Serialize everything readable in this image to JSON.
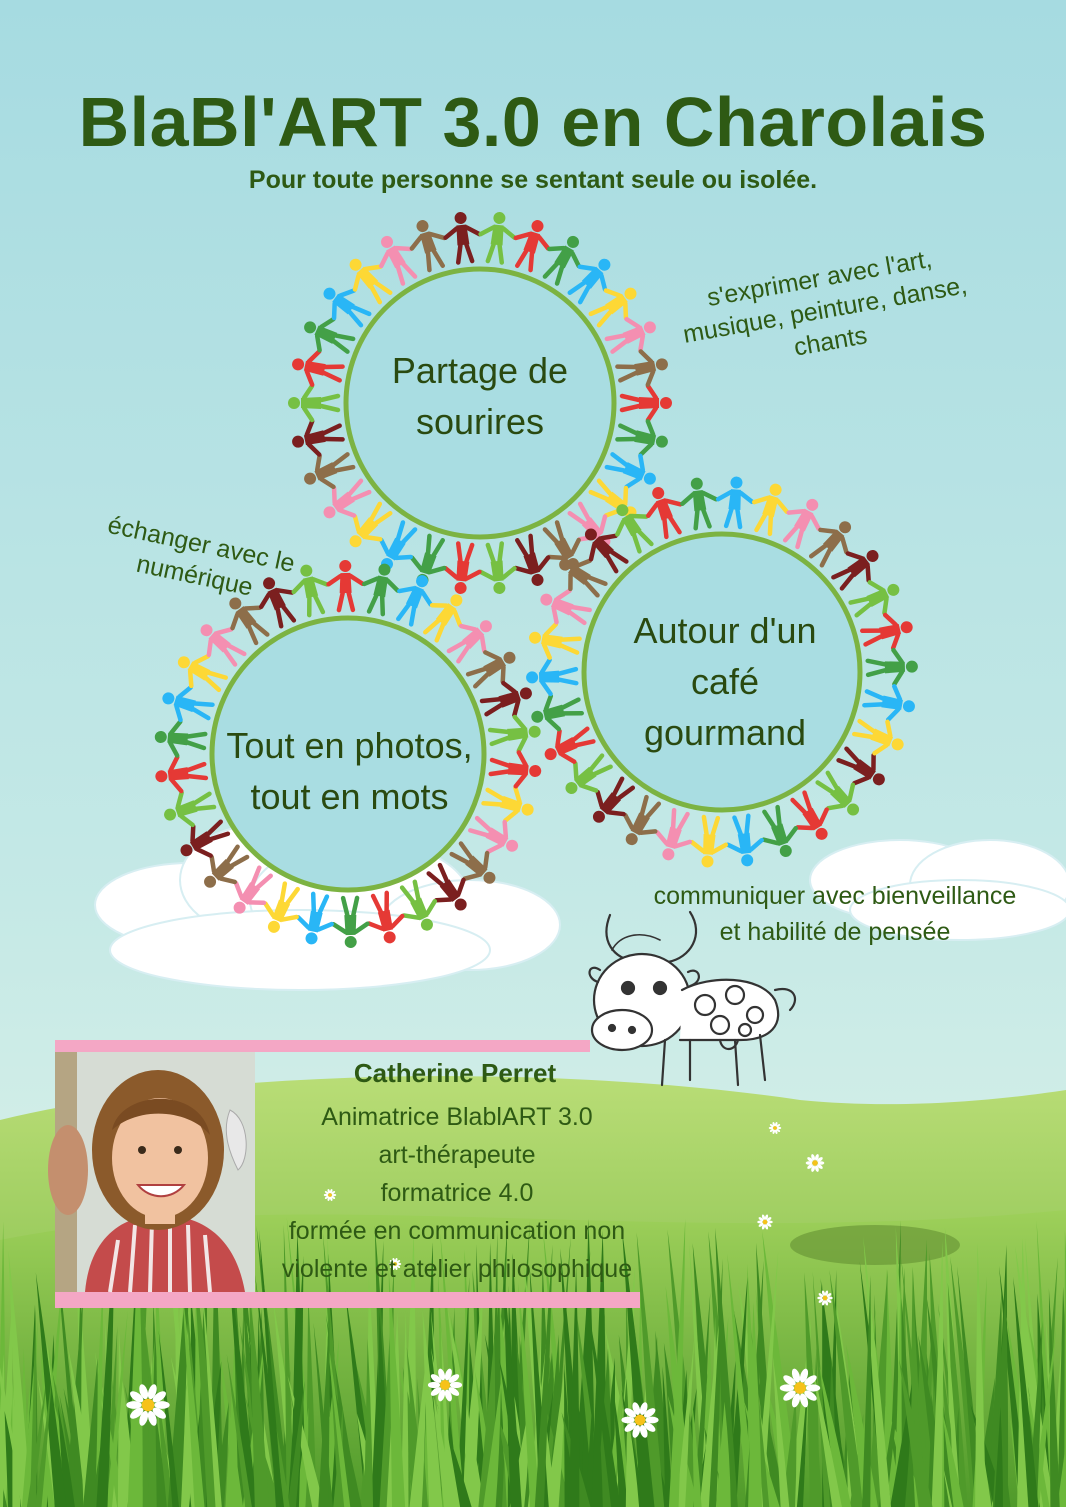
{
  "poster": {
    "title": "BlaBl'ART 3.0 en Charolais",
    "subtitle": "Pour toute personne se sentant seule ou isolée."
  },
  "circles": {
    "top": [
      "Partage de",
      "sourires"
    ],
    "left": [
      "Tout en photos,",
      "tout en mots"
    ],
    "right": [
      "Autour d'un",
      "café",
      "gourmand"
    ]
  },
  "notes": {
    "art": [
      "s'exprimer avec l'art,",
      "musique, peinture, danse,",
      "chants"
    ],
    "numeric": [
      "échanger avec le",
      "numérique"
    ],
    "communicate": [
      "communiquer avec bienveillance",
      "et habilité de pensée"
    ]
  },
  "bio": {
    "name": "Catherine Perret",
    "lines": [
      "Animatrice BlablART 3.0",
      "art-thérapeute",
      "formatrice 4.0",
      "formée en communication non",
      "violente et atelier philosophique"
    ]
  },
  "colors": {
    "sky_top": "#a9dde2",
    "sky_bottom": "#d2eee6",
    "title_green": "#2e5a14",
    "ring_green": "#7cb342",
    "accent_pink": "#f4a7c5",
    "people": [
      "#e53935",
      "#43a047",
      "#29b6f6",
      "#fdd835",
      "#f48fb1",
      "#8d6e4a",
      "#7b1f1f",
      "#76c043"
    ]
  }
}
